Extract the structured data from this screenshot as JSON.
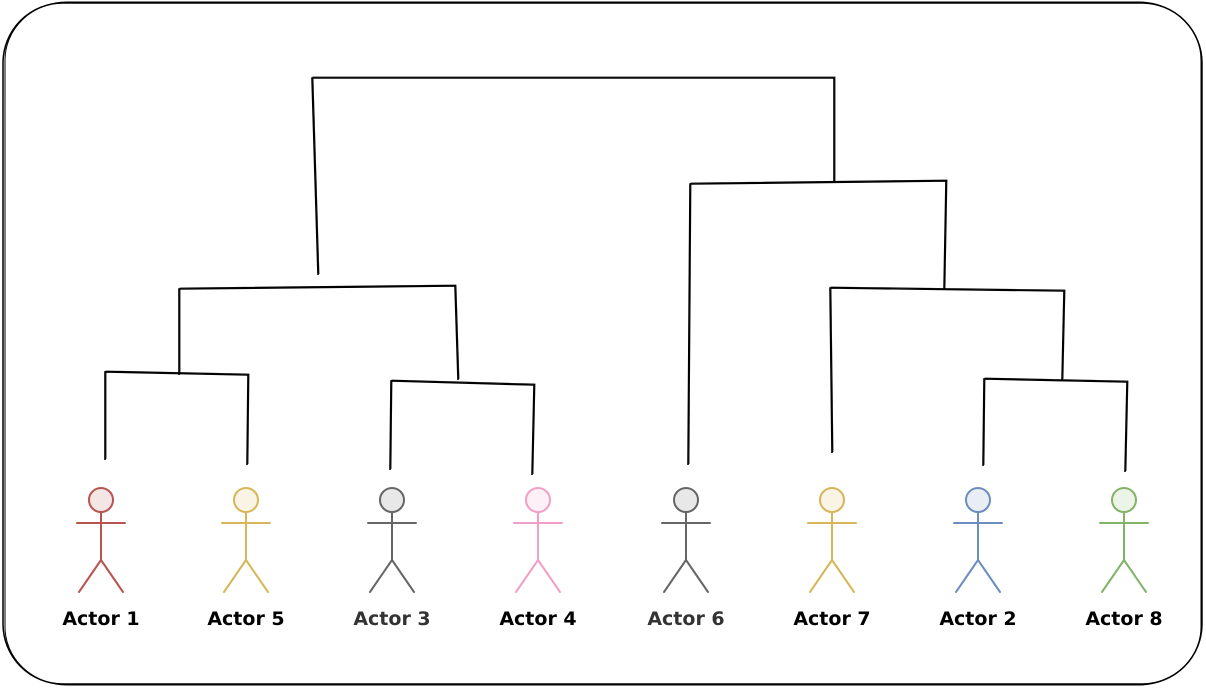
{
  "actors": [
    {
      "label": "Actor 1",
      "color": "#b85450",
      "label_color": "#000000"
    },
    {
      "label": "Actor 5",
      "color": "#d6b656",
      "label_color": "#000000"
    },
    {
      "label": "Actor 3",
      "color": "#666666",
      "label_color": "#333333"
    },
    {
      "label": "Actor 4",
      "color": "#f19fc6",
      "label_color": "#000000"
    },
    {
      "label": "Actor 6",
      "color": "#666666",
      "label_color": "#333333"
    },
    {
      "label": "Actor 7",
      "color": "#d6b656",
      "label_color": "#000000"
    },
    {
      "label": "Actor 2",
      "color": "#6c8ebf",
      "label_color": "#000000"
    },
    {
      "label": "Actor 8",
      "color": "#82b366",
      "label_color": "#000000"
    }
  ],
  "tree": "(((Actor 1, Actor 5), (Actor 3, Actor 4)), (Actor 6, (Actor 7, (Actor 2, Actor 8))))",
  "line_color": "#000000"
}
